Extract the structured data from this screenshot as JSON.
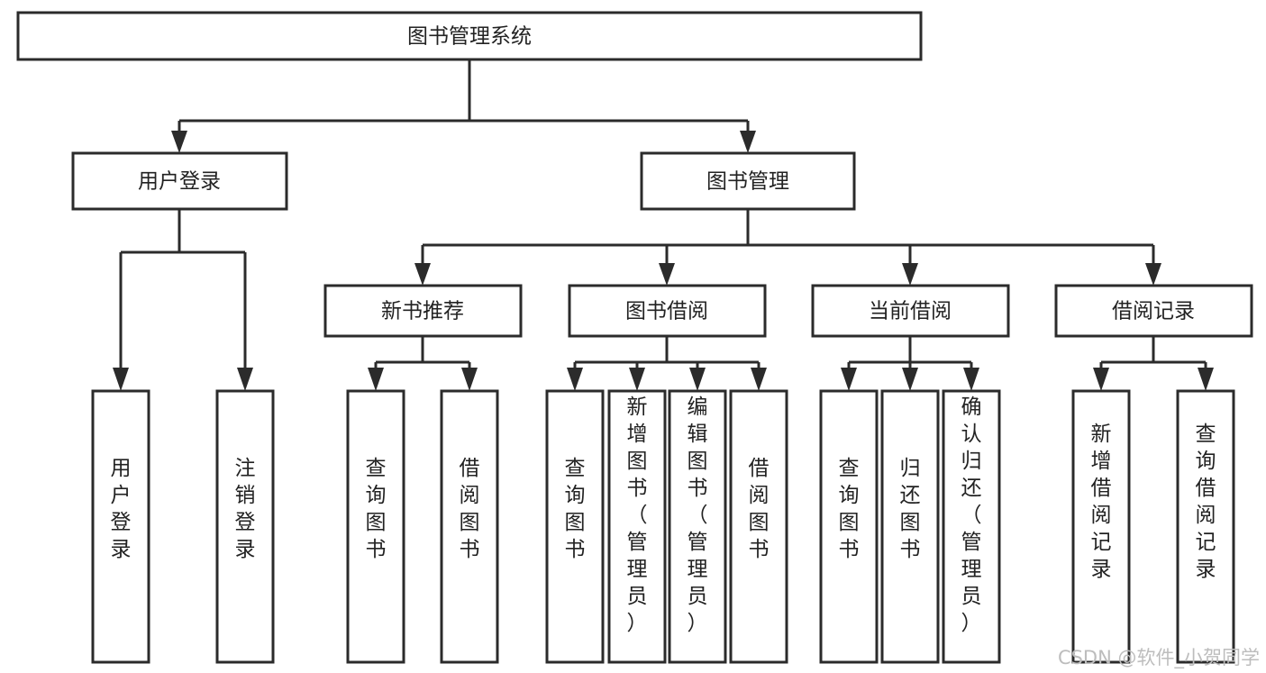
{
  "diagram": {
    "title": "图书管理系统",
    "type": "hierarchy-tree",
    "watermark": "CSDN @软件_小贺同学",
    "colors": {
      "box_stroke": "#2b2b2b",
      "box_fill": "#ffffff",
      "text": "#222222",
      "background": "#ffffff",
      "watermark": "#bdbdbd"
    },
    "levels": {
      "root": {
        "label": "图书管理系统"
      },
      "level2": [
        {
          "label": "用户登录"
        },
        {
          "label": "图书管理"
        }
      ],
      "level3": [
        {
          "label": "新书推荐"
        },
        {
          "label": "图书借阅"
        },
        {
          "label": "当前借阅"
        },
        {
          "label": "借阅记录"
        }
      ],
      "leaves": {
        "user_login": [
          {
            "label": "用户登录"
          },
          {
            "label": "注销登录"
          }
        ],
        "new_book_recommend": [
          {
            "label": "查询图书"
          },
          {
            "label": "借阅图书"
          }
        ],
        "book_borrow": [
          {
            "label": "查询图书"
          },
          {
            "label": "新增图书（管理员）"
          },
          {
            "label": "编辑图书（管理员）"
          },
          {
            "label": "借阅图书"
          }
        ],
        "current_borrow": [
          {
            "label": "查询图书"
          },
          {
            "label": "归还图书"
          },
          {
            "label": "确认归还（管理员）"
          }
        ],
        "borrow_record": [
          {
            "label": "新增借阅记录"
          },
          {
            "label": "查询借阅记录"
          }
        ]
      }
    }
  }
}
